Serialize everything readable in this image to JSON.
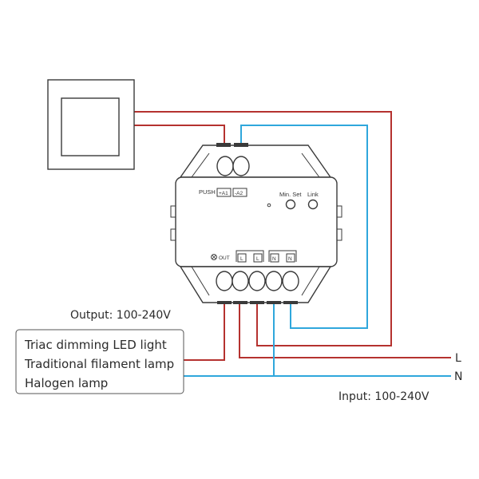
{
  "colors": {
    "live_wire": "#b5322f",
    "neutral_wire": "#2fa7dc",
    "outline": "#3a3a3a"
  },
  "module": {
    "push_label": "PUSH",
    "a1_label": "+A1",
    "a2_label": "-A2",
    "min_set_label": "Min. Set",
    "link_label": "Link",
    "out_label": "OUT",
    "terminals": [
      "L",
      "L",
      "N",
      "N"
    ]
  },
  "output_label": "Output: 100-240V",
  "input_label": "Input: 100-240V",
  "line_labels": {
    "live": "L",
    "neutral": "N"
  },
  "load_box": {
    "items": [
      "Triac dimming LED light",
      "Traditional filament lamp",
      "Halogen lamp"
    ]
  }
}
